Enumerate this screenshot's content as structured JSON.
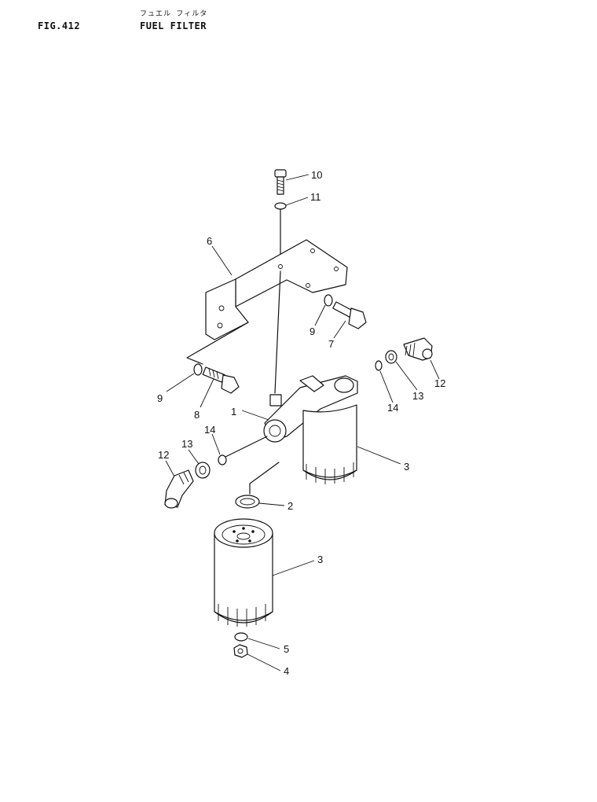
{
  "header": {
    "fig_label": "FIG.412",
    "title_jp": "フュエル フィルタ",
    "title_en": "FUEL FILTER"
  },
  "callouts": [
    "10",
    "11",
    "6",
    "9",
    "7",
    "12",
    "13",
    "14",
    "9",
    "8",
    "1",
    "14",
    "13",
    "12",
    "3",
    "2",
    "3",
    "5",
    "4"
  ]
}
